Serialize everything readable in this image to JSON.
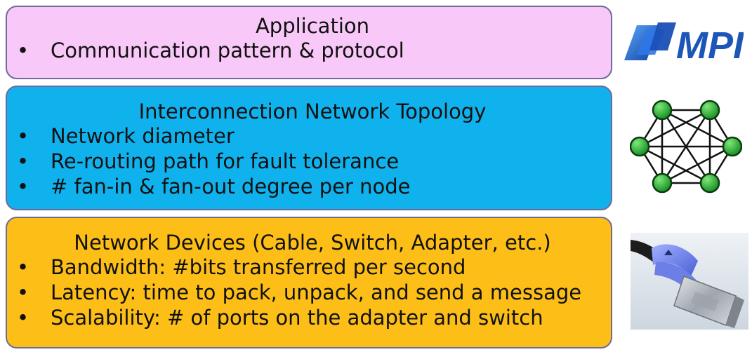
{
  "layers": [
    {
      "title": "Application",
      "bullets": [
        "Communication pattern & protocol"
      ],
      "color": "#f8c8f8"
    },
    {
      "title": "Interconnection Network Topology",
      "bullets": [
        "Network diameter",
        "Re-routing path for fault tolerance",
        "# fan-in & fan-out degree per node"
      ],
      "color": "#10b2ee"
    },
    {
      "title": "Network Devices (Cable, Switch, Adapter, etc.)",
      "bullets": [
        "Bandwidth: #bits transferred per second",
        "Latency: time to pack, unpack, and send a message",
        "Scalability: # of ports on the adapter and switch"
      ],
      "color": "#fdbf17"
    }
  ],
  "icons": {
    "mpi_logo": {
      "name": "mpi-logo",
      "text": "MPI",
      "color": "#1c56b8"
    },
    "topology": {
      "name": "fully-connected-graph-icon",
      "node_color": "#1fa72c"
    },
    "cable": {
      "name": "network-cable-photo"
    }
  }
}
